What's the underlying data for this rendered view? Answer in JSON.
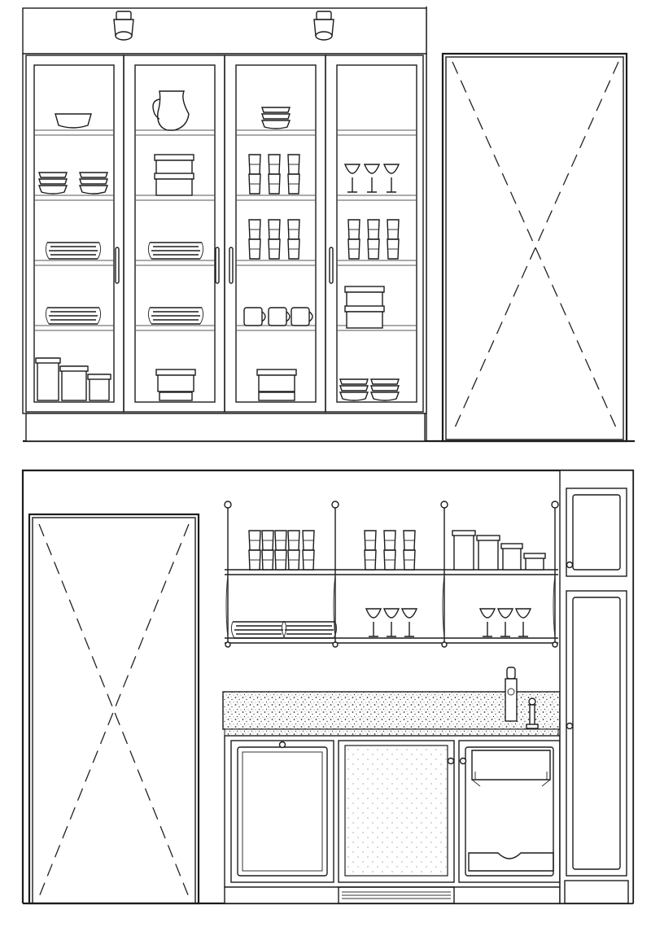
{
  "drawing": {
    "title": "",
    "elevations": [
      {
        "id": "upper-elevation",
        "elements": [
          "glass-door-cabinets",
          "ceiling-spotlights",
          "door-panel"
        ]
      },
      {
        "id": "lower-elevation",
        "elements": [
          "door-panel",
          "open-rod-shelving",
          "granite-countertop",
          "base-cabinets",
          "refrigerator",
          "ice-maker",
          "tall-pantry-cabinet",
          "faucet"
        ]
      }
    ],
    "icons": [
      "spotlight-icon",
      "bowl-icon",
      "plate-stack-icon",
      "glass-icon",
      "wine-glass-icon",
      "mug-icon",
      "canister-icon",
      "pitcher-icon",
      "container-icon",
      "faucet-icon"
    ],
    "colors": {
      "line": "#1c1c1c",
      "background": "#ffffff",
      "shelf": "#555555"
    }
  }
}
